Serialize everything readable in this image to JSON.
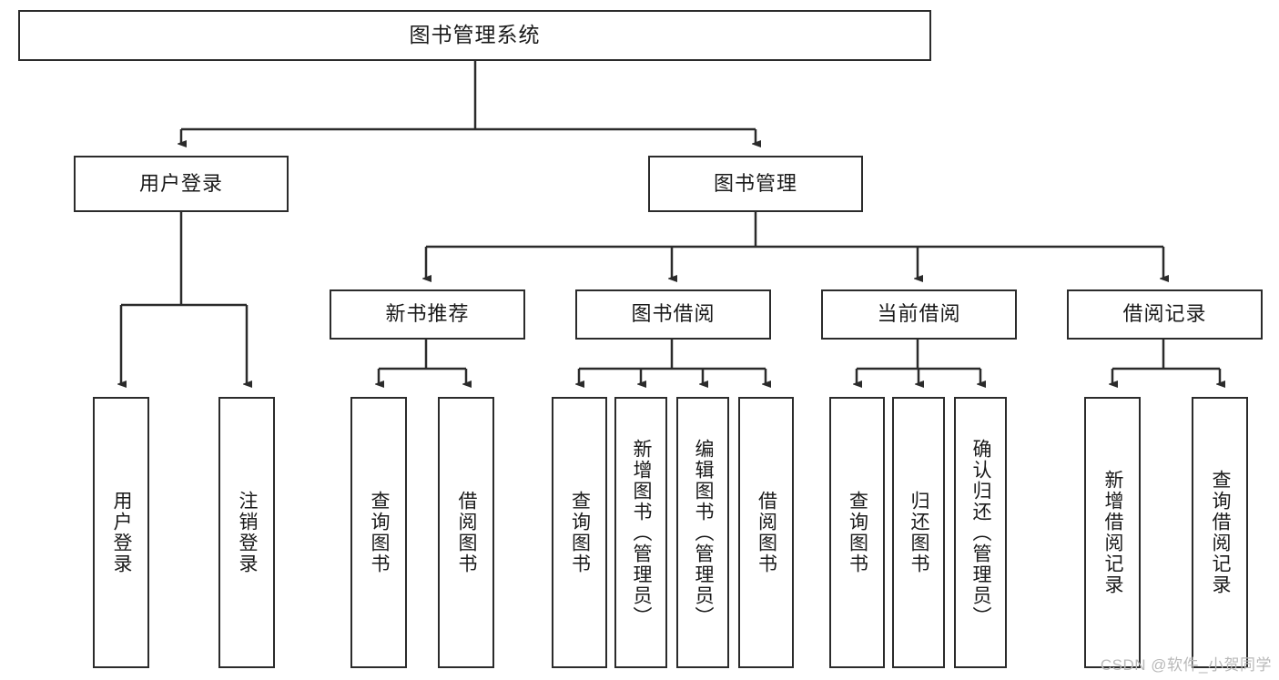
{
  "diagram": {
    "type": "tree-hierarchy",
    "title": "图书管理系统",
    "orientation": "top-down",
    "colors": {
      "box_border": "#2b2b2b",
      "box_fill": "#ffffff",
      "edge": "#2b2b2b",
      "text": "#1a1a1a",
      "watermark": "#b9b9b9"
    },
    "root": {
      "label": "图书管理系统"
    },
    "level2": [
      {
        "label": "用户登录"
      },
      {
        "label": "图书管理"
      }
    ],
    "level3": [
      {
        "label": "新书推荐"
      },
      {
        "label": "图书借阅"
      },
      {
        "label": "当前借阅"
      },
      {
        "label": "借阅记录"
      }
    ],
    "leaves": {
      "user_login": [
        {
          "label": "用户登录"
        },
        {
          "label": "注销登录"
        }
      ],
      "new_book_recommend": [
        {
          "label": "查询图书"
        },
        {
          "label": "借阅图书"
        }
      ],
      "book_borrow": [
        {
          "label": "查询图书"
        },
        {
          "label": "新增图书（管理员）"
        },
        {
          "label": "编辑图书（管理员）"
        },
        {
          "label": "借阅图书"
        }
      ],
      "current_borrow": [
        {
          "label": "查询图书"
        },
        {
          "label": "归还图书"
        },
        {
          "label": "确认归还（管理员）"
        }
      ],
      "borrow_record": [
        {
          "label": "新增借阅记录"
        },
        {
          "label": "查询借阅记录"
        }
      ]
    }
  },
  "watermark": {
    "text": "CSDN @软件_小贺同学"
  }
}
